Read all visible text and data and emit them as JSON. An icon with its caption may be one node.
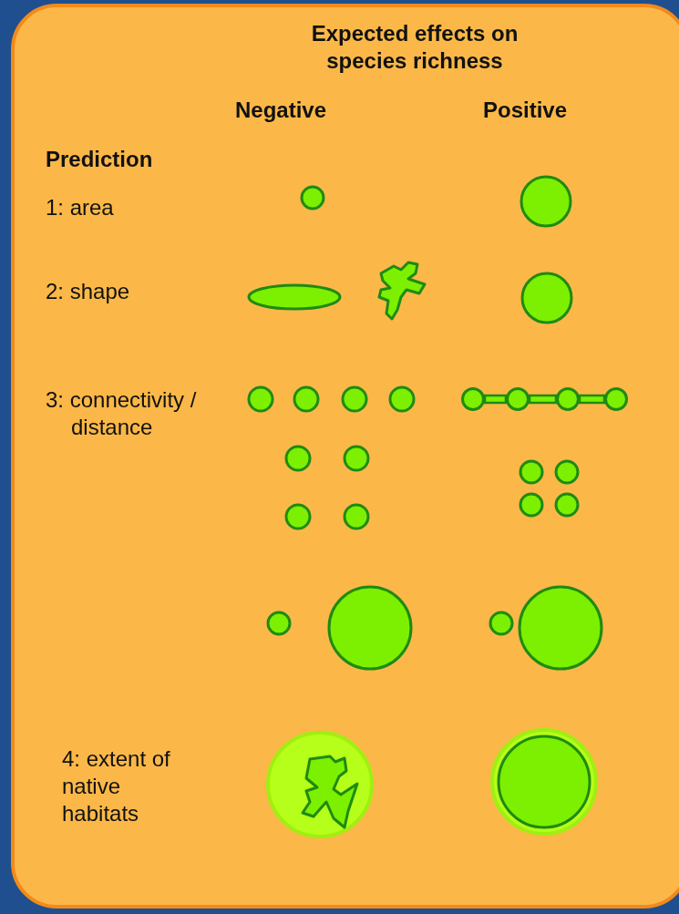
{
  "diagram": {
    "title": "Expected effects on species richness",
    "nodes": [
      {
        "text": [],
        "shape": "circle"
      },
      {
        "text": [],
        "shape": "circle"
      },
      {
        "text": [],
        "shape": "circle"
      },
      {
        "text": [],
        "shape": "circle"
      }
    ],
    "edges": [
      {
        "from": 0,
        "to": 1,
        "arrow": "none"
      },
      {
        "from": 1,
        "to": 2,
        "arrow": "none"
      },
      {
        "from": 2,
        "to": 3,
        "arrow": "none"
      }
    ],
    "labels": [
      "Negative",
      "Positive",
      "Prediction",
      "1: area",
      "2: shape",
      "3: connectivity / distance",
      "4: extent of native habitats"
    ]
  }
}
